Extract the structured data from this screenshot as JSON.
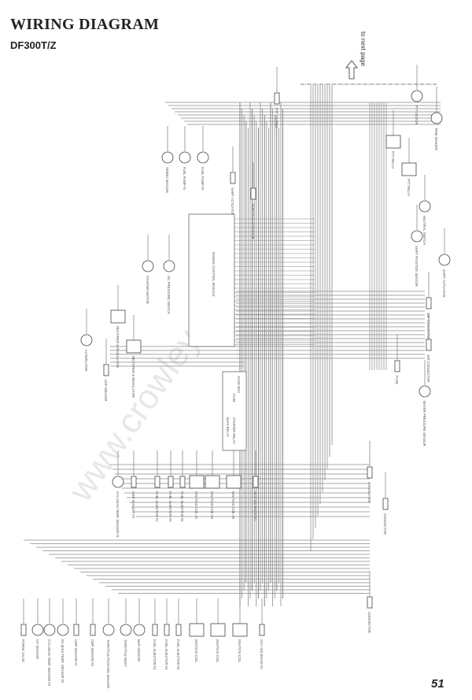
{
  "header": {
    "title": "WIRING DIAGRAM",
    "model": "DF300T/Z"
  },
  "page_number": "51",
  "next_page_label": "to next page",
  "watermark": "www.crowley...",
  "center": {
    "ecm_label": "ENGINE CONTROL MODULE",
    "fuse_box_label": "FUSE BOX",
    "fuse_label": "FUSE",
    "main_relay_label": "MAIN RELAY",
    "starter_relay_label": "STARTER RELAY"
  },
  "components": {
    "bottom_row": [
      "PURGE VALVE",
      "IAT SENSOR",
      "CYL.HEAD TEMP. SENSOR #2",
      "EX.MANI TEMP. SENSOR #2",
      "CMP SENSOR #1",
      "CMP SENSOR #2",
      "THROTTLE POSITION SENSOR",
      "THROTTLE BODY",
      "MAP SENSOR",
      "FUEL INJECTOR #2",
      "FUEL INJECTOR #4",
      "FUEL INJECTOR #6",
      "IGNITION COIL",
      "IGNITION COIL",
      "IGNITION COIL",
      "OCV SOLENOID #2"
    ],
    "middle_row": [
      "CYL.HEAD TEMP. SENSOR #1",
      "CMP SENSOR #3",
      "FUEL INJECTOR #1",
      "FUEL INJECTOR #3",
      "FUEL INJECTOR #5",
      "IGNITION COIL #1",
      "IGNITION COIL #3",
      "IGNITION COIL #5",
      "OCV SOLENOID #1"
    ],
    "left": [
      "ALTERNATOR",
      "RECTIFIER & REGULATOR",
      "RECTIFIER & REGULATOR",
      "STARTER MOTOR",
      "OIL PRESSURE SWITCH",
      "CKP SENSOR"
    ],
    "top": [
      "SPEED SENSOR",
      "FUEL PUMP #1",
      "FUEL PUMP #2",
      "PTT SWITCH",
      "SHIFT ACTUATOR",
      "THROTTLE ACTUATOR"
    ],
    "right": [
      "PTT MOTOR",
      "TRIM SENDER",
      "PTT RELAY",
      "PTT RELAY",
      "NEUTRAL SWITCH",
      "SHIFT POSITION SENSOR",
      "SHIFT ACTUATOR",
      "18P CONNECTOR",
      "16P CONNECTOR",
      "FUSE",
      "WATER PRESSURE SENSOR",
      "CONNECTOR",
      "CONNECTOR",
      "CONNECTOR"
    ]
  },
  "colors": {
    "ink": "#222222",
    "wire": "#8a8a8a",
    "wire_dark": "#666666",
    "watermark": "#cccccc"
  }
}
